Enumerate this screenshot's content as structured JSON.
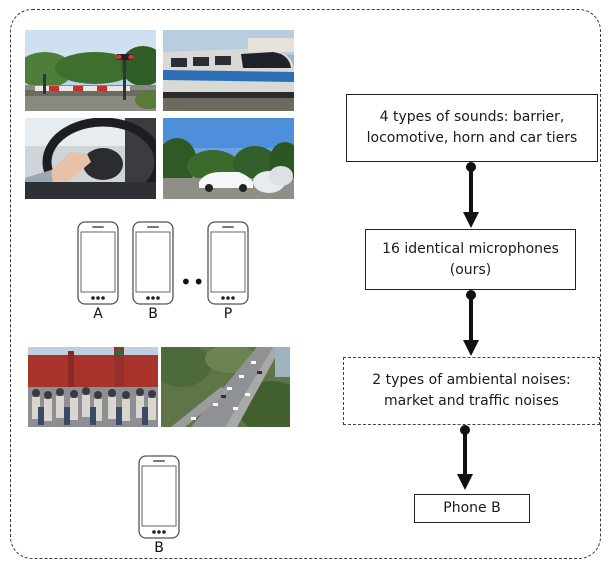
{
  "boxes": {
    "sounds": "4 types of sounds: barrier,\nlocomotive, horn and car tiers",
    "microphones": "16 identical microphones\n(ours)",
    "noises": "2 types of  ambiental noises:\nmarket and traffic noises",
    "phone_b": "Phone B"
  },
  "phones": {
    "labels": [
      "A",
      "B",
      "P"
    ],
    "ellipsis": "•••",
    "bottom_label": "B"
  },
  "photos": {
    "sound_sources": [
      "railway-barrier-photo",
      "train-locomotive-photo",
      "car-horn-photo",
      "car-tires-photo"
    ],
    "noise_sources": [
      "market-crowd-photo",
      "traffic-highway-photo"
    ]
  }
}
